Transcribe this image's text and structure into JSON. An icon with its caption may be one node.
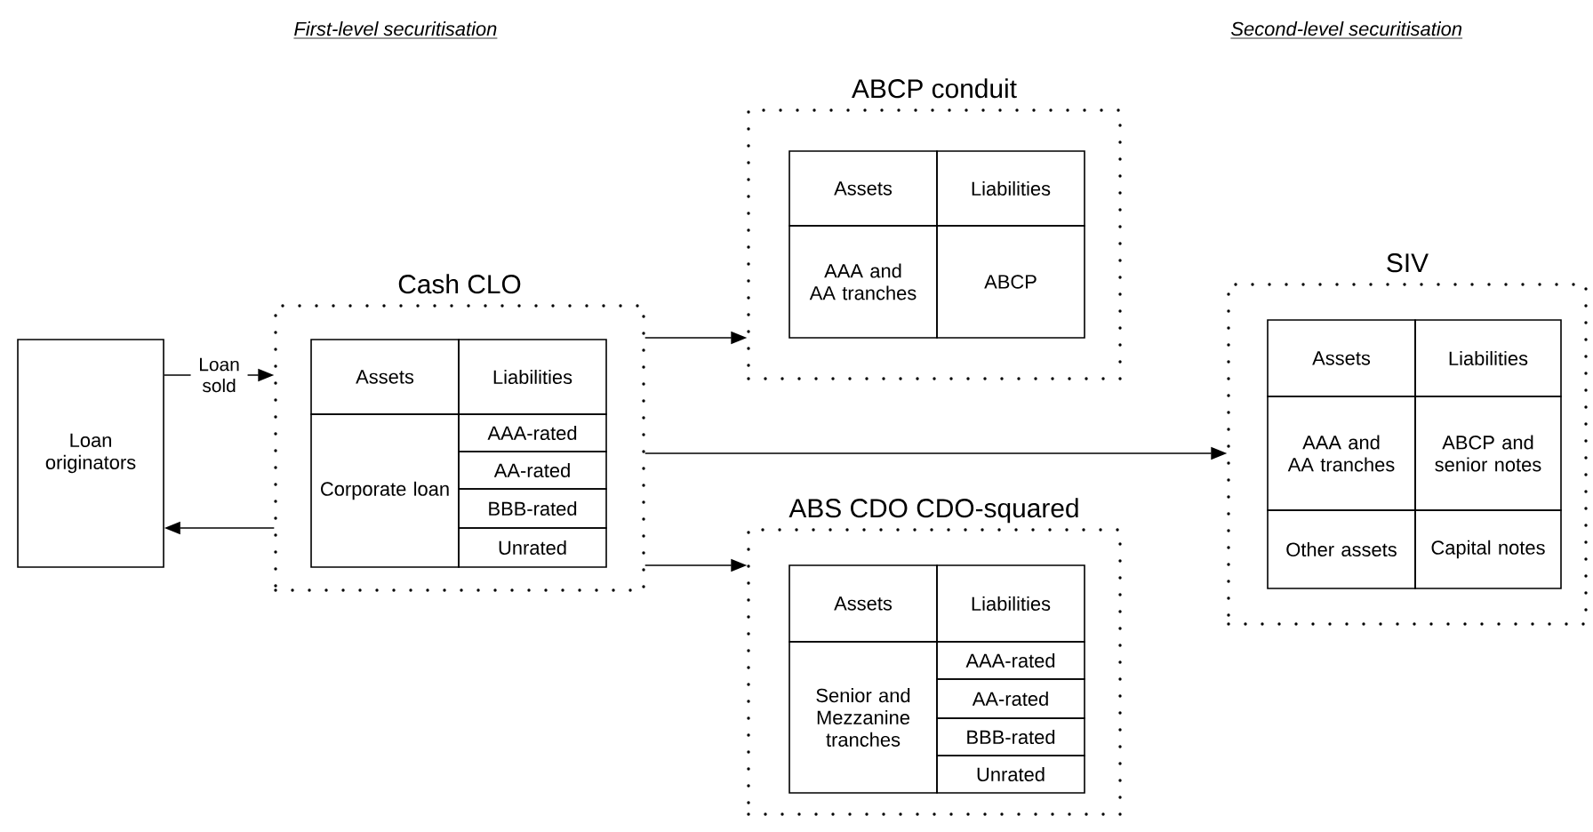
{
  "diagram": {
    "nodes": [
      {
        "text": [
          "Loan originators"
        ]
      },
      {
        "text": [
          "Cash CLO"
        ]
      },
      {
        "text": [
          "Assets"
        ],
        "in": 1
      },
      {
        "text": [
          "Liabilities"
        ],
        "in": 1
      },
      {
        "text": [
          "Corporate loan"
        ],
        "in": 1
      },
      {
        "text": [
          "AAA-rated"
        ],
        "in": 1
      },
      {
        "text": [
          "AA-rated"
        ],
        "in": 1
      },
      {
        "text": [
          "BBB-rated"
        ],
        "in": 1
      },
      {
        "text": [
          "Unrated"
        ],
        "in": 1
      },
      {
        "text": [
          "ABCP conduit"
        ]
      },
      {
        "text": [
          "Assets"
        ],
        "in": 9
      },
      {
        "text": [
          "Liabilities"
        ],
        "in": 9
      },
      {
        "text": [
          "AAA and AA tranches"
        ],
        "in": 9
      },
      {
        "text": [
          "ABCP"
        ],
        "in": 9
      },
      {
        "text": [
          "ABS CDO CDO-squared"
        ]
      },
      {
        "text": [
          "Assets"
        ],
        "in": 14
      },
      {
        "text": [
          "Liabilities"
        ],
        "in": 14
      },
      {
        "text": [
          "Senior and Mezzanine tranches"
        ],
        "in": 14
      },
      {
        "text": [
          "AAA-rated"
        ],
        "in": 14
      },
      {
        "text": [
          "AA-rated"
        ],
        "in": 14
      },
      {
        "text": [
          "BBB-rated"
        ],
        "in": 14
      },
      {
        "text": [
          "Unrated"
        ],
        "in": 14
      },
      {
        "text": [
          "SIV"
        ]
      },
      {
        "text": [
          "Assets"
        ],
        "in": 22
      },
      {
        "text": [
          "Liabilities"
        ],
        "in": 22
      },
      {
        "text": [
          "AAA and AA tranches"
        ],
        "in": 22
      },
      {
        "text": [
          "ABCP and senior notes"
        ],
        "in": 22
      },
      {
        "text": [
          "Other assets"
        ],
        "in": 22
      },
      {
        "text": [
          "Capital notes"
        ],
        "in": 22
      }
    ],
    "edges": [
      {
        "from": 0,
        "to": 1,
        "arrow": "to",
        "label": "Loan sold"
      },
      {
        "from": 1,
        "to": 0,
        "arrow": "to"
      },
      {
        "from": 1,
        "to": 9,
        "arrow": "to"
      },
      {
        "from": 1,
        "to": 22,
        "arrow": "to"
      },
      {
        "from": 1,
        "to": 14,
        "arrow": "to"
      }
    ],
    "labels": [
      "First-level securitisation",
      "Second-level securitisation"
    ]
  }
}
